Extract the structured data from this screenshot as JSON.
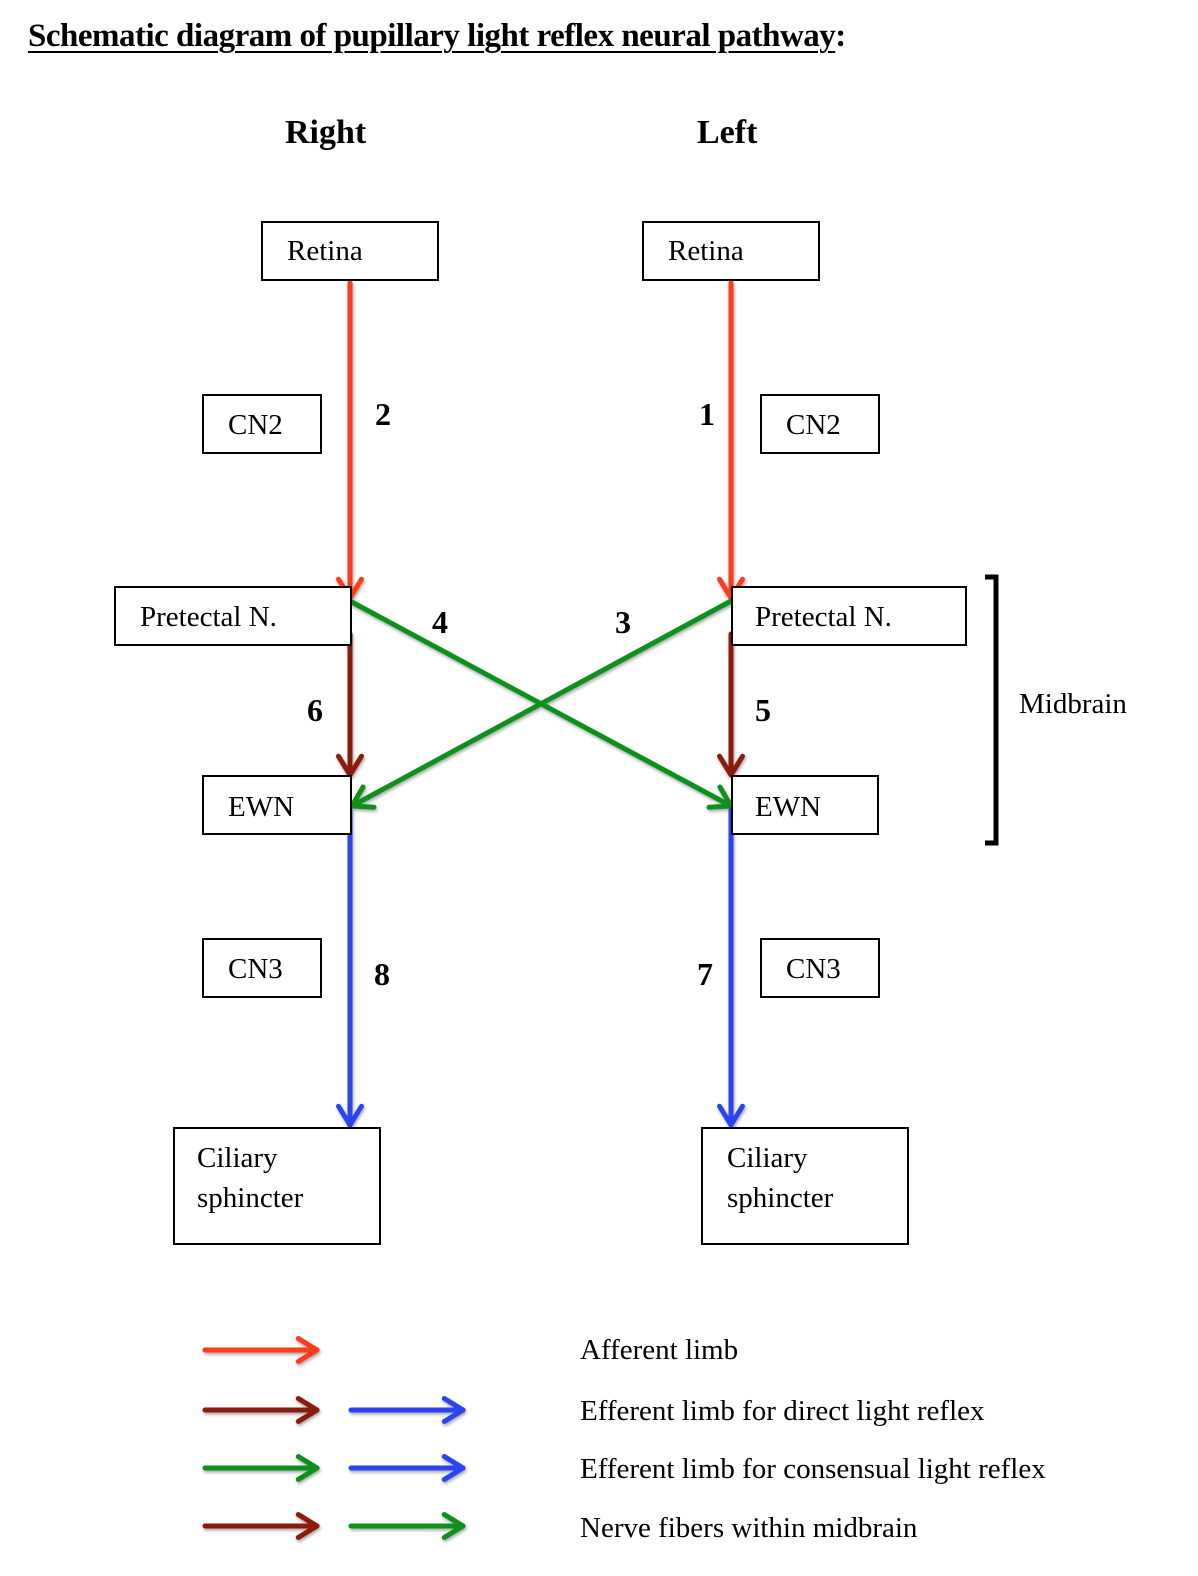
{
  "title": "Schematic diagram of pupillary light reflex neural pathway",
  "title_suffix": ":",
  "sides": {
    "right": "Right",
    "left": "Left"
  },
  "nodes": {
    "right_retina": "Retina",
    "left_retina": "Retina",
    "right_cn2": "CN2",
    "left_cn2": "CN2",
    "right_pretectal": "Pretectal N.",
    "left_pretectal": "Pretectal N.",
    "right_ewn": "EWN",
    "left_ewn": "EWN",
    "right_cn3": "CN3",
    "left_cn3": "CN3",
    "right_ciliary_line1": "Ciliary",
    "right_ciliary_line2": "sphincter",
    "left_ciliary_line1": "Ciliary",
    "left_ciliary_line2": "sphincter"
  },
  "pathway_numbers": {
    "left_afferent": "1",
    "right_afferent": "2",
    "left_to_right_cross": "3",
    "right_to_left_cross": "4",
    "left_pretectal_to_ewn": "5",
    "right_pretectal_to_ewn": "6",
    "left_cn3": "7",
    "right_cn3": "8"
  },
  "region_label": "Midbrain",
  "colors": {
    "afferent": "#ff3b1f",
    "midbrain_direct": "#8b1a0a",
    "midbrain_cross": "#11911a",
    "efferent": "#2c44f0"
  },
  "legend": [
    {
      "arrows": [
        "afferent"
      ],
      "label": "Afferent limb"
    },
    {
      "arrows": [
        "midbrain_direct",
        "efferent"
      ],
      "label": "Efferent limb for direct light reflex"
    },
    {
      "arrows": [
        "midbrain_cross",
        "efferent"
      ],
      "label": "Efferent limb for consensual light reflex"
    },
    {
      "arrows": [
        "midbrain_direct",
        "midbrain_cross"
      ],
      "label": "Nerve fibers within midbrain"
    }
  ]
}
